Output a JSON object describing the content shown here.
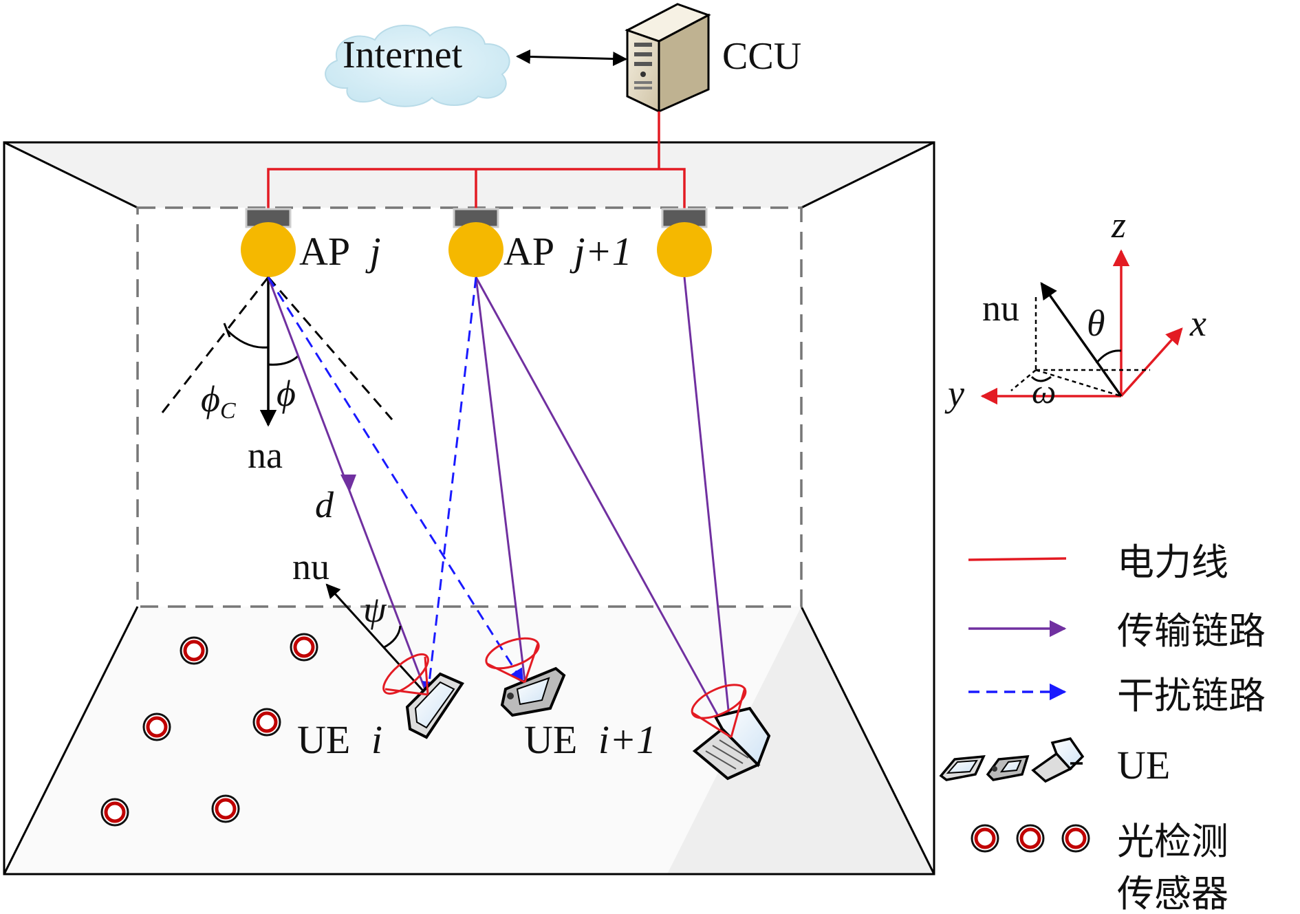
{
  "labels": {
    "internet": "Internet",
    "ccu": "CCU",
    "ap_j": "AP",
    "ap_j_var": "j",
    "ap_j1": "AP",
    "ap_j1_var": "j+1",
    "phi_c": "ϕ",
    "phi_c_sub": "C",
    "phi": "ϕ",
    "na": "na",
    "d": "d",
    "nu_ue": "nu",
    "psi": "ψ",
    "ue_i": "UE",
    "ue_i_var": "i",
    "ue_i1": "UE",
    "ue_i1_var": "i+1"
  },
  "axes": {
    "z": "z",
    "x": "x",
    "y": "y",
    "nu": "nu",
    "theta": "θ",
    "omega": "ω"
  },
  "legend": {
    "power_line": "电力线",
    "transmission_link": "传输链路",
    "interference_link": "干扰链路",
    "ue": "UE",
    "sensor_line1": "光检测",
    "sensor_line2": "传感器"
  },
  "colors": {
    "power_line": "#e31b23",
    "transmission_link": "#7030a0",
    "interference_link": "#1a1aff",
    "ap": "#f5b800",
    "sensor": "#c00000"
  },
  "icons": {
    "cloud": "cloud-icon",
    "server": "server-icon",
    "tablet": "tablet-icon",
    "phone": "phone-icon",
    "laptop": "laptop-icon"
  }
}
